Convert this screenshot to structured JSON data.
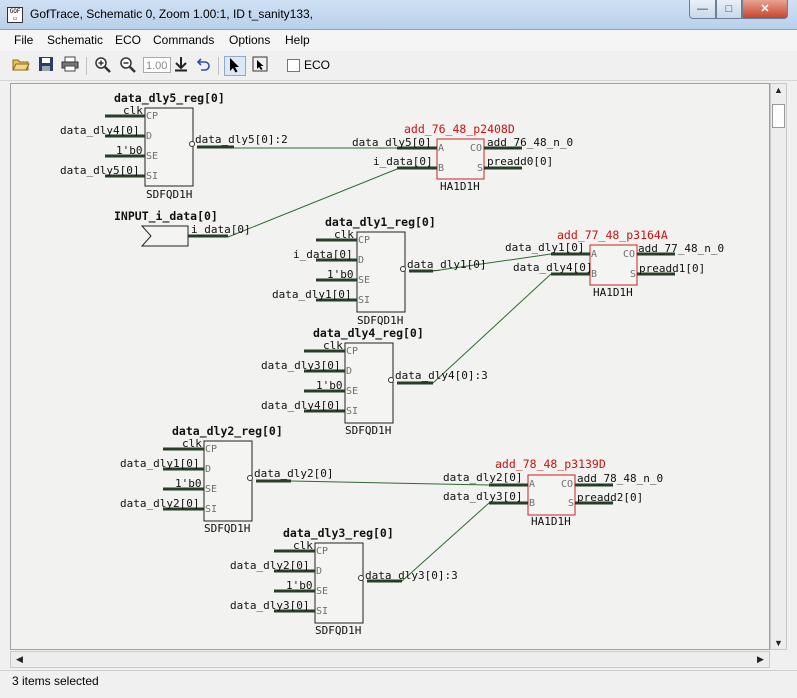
{
  "window": {
    "title": "GofTrace, Schematic 0, Zoom 1.00:1, ID t_sanity133,",
    "icon": "gof-app-icon",
    "min_glyph": "—",
    "max_glyph": "□",
    "close_glyph": "✕"
  },
  "menu": [
    "File",
    "Schematic",
    "ECO",
    "Commands",
    "Options",
    "Help"
  ],
  "toolbar": {
    "zoom_value": "1.00",
    "eco_label": "ECO"
  },
  "status": {
    "text": "3 items selected"
  },
  "schematic": {
    "flops": [
      {
        "name": "data_dly5_reg[0]",
        "cell": "SDFQD1H",
        "inputs": [
          "clk",
          "data_dly4[0]",
          "1'b0",
          "data_dly5[0]"
        ],
        "pins": [
          "CP",
          "D",
          "SE",
          "SI"
        ],
        "out_label": "data_dly5[0]:2"
      },
      {
        "name": "data_dly1_reg[0]",
        "cell": "SDFQD1H",
        "inputs": [
          "clk",
          "i_data[0]",
          "1'b0",
          "data_dly1[0]"
        ],
        "pins": [
          "CP",
          "D",
          "SE",
          "SI"
        ],
        "out_label": "data_dly1[0]"
      },
      {
        "name": "data_dly4_reg[0]",
        "cell": "SDFQD1H",
        "inputs": [
          "clk",
          "data_dly3[0]",
          "1'b0",
          "data_dly4[0]"
        ],
        "pins": [
          "CP",
          "D",
          "SE",
          "SI"
        ],
        "out_label": "data_dly4[0]:3"
      },
      {
        "name": "data_dly2_reg[0]",
        "cell": "SDFQD1H",
        "inputs": [
          "clk",
          "data_dly1[0]",
          "1'b0",
          "data_dly2[0]"
        ],
        "pins": [
          "CP",
          "D",
          "SE",
          "SI"
        ],
        "out_label": "data_dly2[0]"
      },
      {
        "name": "data_dly3_reg[0]",
        "cell": "SDFQD1H",
        "inputs": [
          "clk",
          "data_dly2[0]",
          "1'b0",
          "data_dly3[0]"
        ],
        "pins": [
          "CP",
          "D",
          "SE",
          "SI"
        ],
        "out_label": "data_dly3[0]:3"
      }
    ],
    "adders": [
      {
        "name": "add_76_48_p2408D",
        "cell": "HA1D1H",
        "in_a": "data_dly5[0]",
        "in_b": "i_data[0]",
        "pins": [
          "A",
          "B",
          "CO",
          "S"
        ],
        "out_co": "add_76_48_n_0",
        "out_s": "preadd0[0]"
      },
      {
        "name": "add_77_48_p3164A",
        "cell": "HA1D1H",
        "in_a": "data_dly1[0]",
        "in_b": "data_dly4[0]",
        "pins": [
          "A",
          "B",
          "CO",
          "S"
        ],
        "out_co": "add_77_48_n_0",
        "out_s": "preadd1[0]"
      },
      {
        "name": "add_78_48_p3139D",
        "cell": "HA1D1H",
        "in_a": "data_dly2[0]",
        "in_b": "data_dly3[0]",
        "pins": [
          "A",
          "B",
          "CO",
          "S"
        ],
        "out_co": "add_78_48_n_0",
        "out_s": "preadd2[0]"
      }
    ],
    "port": {
      "name": "INPUT_i_data[0]",
      "net": "i_data[0]"
    }
  }
}
